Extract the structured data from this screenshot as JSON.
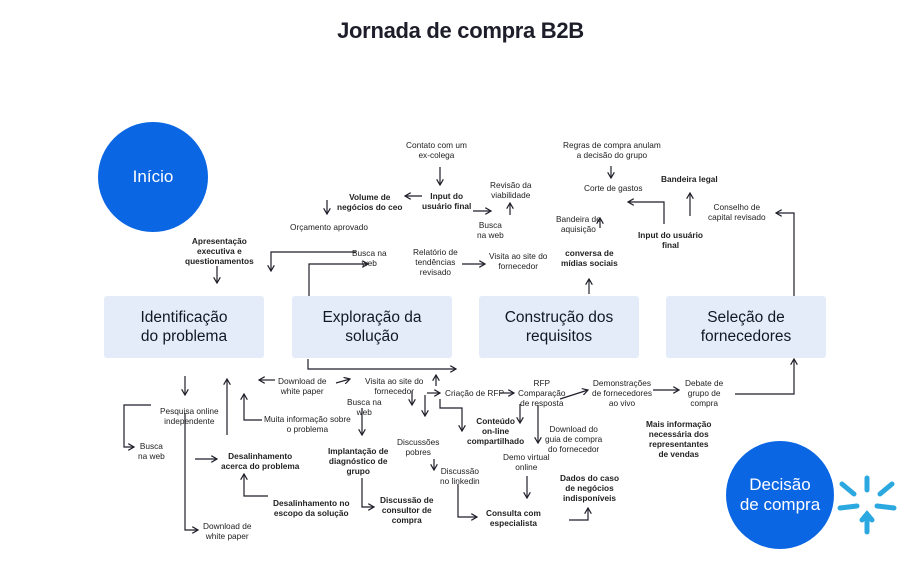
{
  "title": "Jornada de compra B2B",
  "start": "Início",
  "decision": [
    "Decisão",
    "de compra"
  ],
  "stages": {
    "s1": [
      "Identificação",
      "do problema"
    ],
    "s2": [
      "Exploração da",
      "solução"
    ],
    "s3": [
      "Construção dos",
      "requisitos"
    ],
    "s4": [
      "Seleção de",
      "fornecedores"
    ]
  },
  "labels": {
    "contato": [
      "Contato com um",
      "ex-colega"
    ],
    "input_usuario_final": [
      "Input do",
      "usuário final"
    ],
    "volume_negocios": [
      "Volume de",
      "negócios do ceo"
    ],
    "orcamento": "Orçamento aprovado",
    "revisao_viabilidade": [
      "Revisão da",
      "viabilidade"
    ],
    "busca_na_web_top": [
      "Busca",
      "na web"
    ],
    "apresentacao": [
      "Apresentação",
      "executiva e",
      "questionamentos"
    ],
    "busca_na_web_mid": [
      "Busca na",
      "web"
    ],
    "relatorio": [
      "Relatório de",
      "tendências",
      "revisado"
    ],
    "visita_site_top": [
      "Visita ao site do",
      "fornecedor"
    ],
    "regras": [
      "Regras de compra anulam",
      "a decisão do grupo"
    ],
    "corte_gastos": "Corte de gastos",
    "bandeira_legal": "Bandeira legal",
    "bandeira_aquisicao": [
      "Bandeira de",
      "aquisição"
    ],
    "input_usuario_final_2": [
      "Input do usuário",
      "final"
    ],
    "conselho": [
      "Conselho de",
      "capital revisado"
    ],
    "conversa_midias": [
      "conversa de",
      "mídias sociais"
    ],
    "download_white_paper_1": [
      "Download de",
      "white paper"
    ],
    "pesquisa_online": [
      "Pesquisa online",
      "independente"
    ],
    "busca_na_web_low": [
      "Busca",
      "na web"
    ],
    "desalinhamento_1": [
      "Desalinhamento",
      "acerca do problema"
    ],
    "muita_info": [
      "Muita informação sobre",
      "o problema"
    ],
    "desalinhamento_2": [
      "Desalinhamento no",
      "escopo da solução"
    ],
    "download_white_paper_2": [
      "Download de",
      "white paper"
    ],
    "visita_site_low": [
      "Visita ao site do",
      "fornecedor"
    ],
    "busca_na_web_3": [
      "Busca na",
      "web"
    ],
    "implantacao": [
      "Implantação de",
      "diagnóstico de",
      "grupo"
    ],
    "discussoes_pobres": [
      "Discussões",
      "pobres"
    ],
    "discussao_consultor": [
      "Discussão de",
      "consultor de",
      "compra"
    ],
    "discussao_linkedin": [
      "Discussão",
      "no linkedin"
    ],
    "criacao_rfp": "Criação de RFP",
    "conteudo_online": [
      "Conteúdo",
      "on-line",
      "compartilhado"
    ],
    "demo_virtual": [
      "Demo virtual",
      "online"
    ],
    "consulta_especialista": [
      "Consulta com",
      "especialista"
    ],
    "rfp_comparacao": [
      "RFP",
      "Comparação",
      "de resposta"
    ],
    "download_guia": [
      "Download do",
      "guia de compra",
      "do fornecedor"
    ],
    "dados_caso": [
      "Dados do caso",
      "de negócios",
      "indisponíveis"
    ],
    "demonstracoes": [
      "Demonstrações",
      "de fornecedores",
      "ao vivo"
    ],
    "debate_grupo": [
      "Debate de",
      "grupo de",
      "compra"
    ],
    "mais_informacao": [
      "Mais informação",
      "necessária dos",
      "representantes",
      "de vendas"
    ]
  },
  "colors": {
    "accent": "#0b66e4",
    "stage_bg": "#e3ecf8",
    "line": "#1f1f2a",
    "logo": "#2ba8e0"
  }
}
